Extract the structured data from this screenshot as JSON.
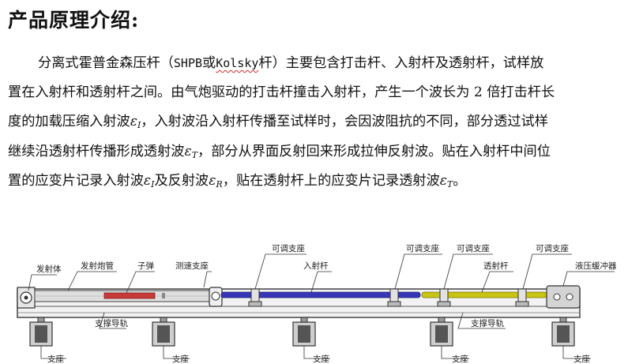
{
  "title": "产品原理介绍:",
  "paragraph": {
    "l1a": "分离式霍普金森压杆（",
    "l1b": "SHPB",
    "l1c": "或",
    "l1d": "Kolsky",
    "l1e": "杆）主要包含打击杆、入射杆及透射杆，试样放",
    "l2": "置在入射杆和透射杆之间。由气炮驱动的打击杆撞击入射杆，产生一个波长为 2 倍打击杆长",
    "l3a": "度的加载压缩入射波",
    "l3b": "，入射波沿入射杆传播至试样时，会因波阻抗的不同，部分透过试样",
    "l4a": "继续沿透射杆传播形成透射波",
    "l4b": "，部分从界面反射回来形成拉伸反射波。贴在入射杆中间位",
    "l5a": "置的应变片记录入射波",
    "l5b": "及反射波",
    "l5c": "，贴在透射杆上的应变片记录透射波",
    "l5d": "。",
    "eps": "ε",
    "sub_I": "I",
    "sub_R": "R",
    "sub_T": "T"
  },
  "diagram": {
    "labels": {
      "launcher": "发射体",
      "barrel": "发射炮管",
      "bullet": "子弹",
      "speed_support": "测速支座",
      "adj1": "可调支座",
      "incident_bar": "入射杆",
      "adj2": "可调支座",
      "adj3": "可调支座",
      "transmission_bar": "透射杆",
      "adj4": "可调支座",
      "damper": "液压缓冲器",
      "rail1": "支撑导轨",
      "rail2": "支撑导轨",
      "base1": "支座",
      "base2": "支座",
      "base3": "支座",
      "base4": "支座",
      "base5": "支座"
    },
    "colors": {
      "incident_bar": "#3535b8",
      "transmission_bar": "#c8c414",
      "bullet": "#c83a3a",
      "frame": "#444444",
      "barrel": "#d8d8d8"
    },
    "icons": [
      "launcher-icon",
      "damper-icon",
      "support-leg-icon"
    ]
  }
}
